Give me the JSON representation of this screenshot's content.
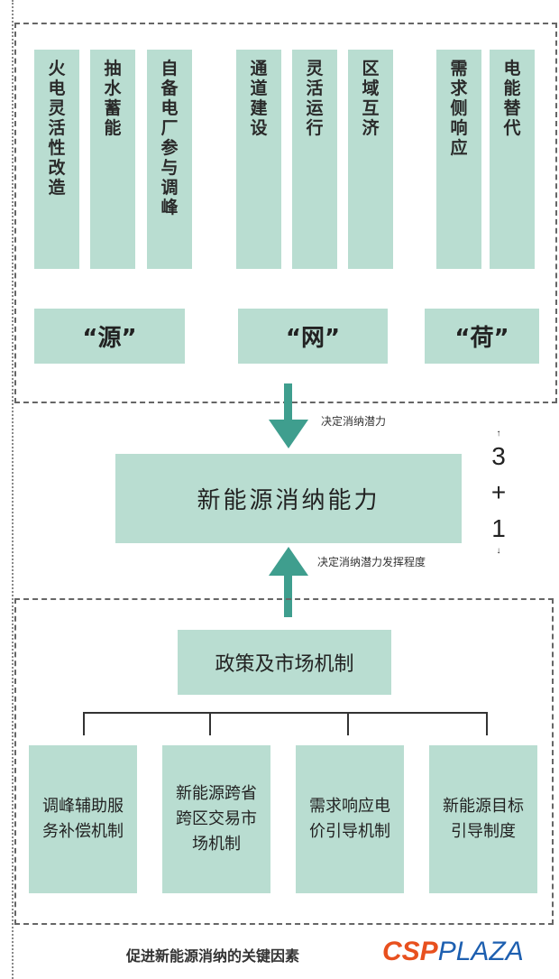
{
  "source_group": {
    "columns": [
      "火电灵活性改造",
      "抽水蓄能",
      "自备电厂参与调峰"
    ],
    "label": "“源”"
  },
  "grid_group": {
    "columns": [
      "通道建设",
      "灵活运行",
      "区域互济"
    ],
    "label": "“网”"
  },
  "load_group": {
    "columns": [
      "需求侧响应",
      "电能替代"
    ],
    "label": "“荷”"
  },
  "top_arrow_note": "决定消纳潜力",
  "center_box": "新能源消纳能力",
  "bottom_arrow_note": "决定消纳潜力发挥程度",
  "formula": {
    "three": "3",
    "plus": "+",
    "one": "1"
  },
  "policy_box": "政策及市场机制",
  "mechanisms": [
    "调峰辅助服务补偿机制",
    "新能源跨省跨区交易市场机制",
    "需求响应电价引导机制",
    "新能源目标引导制度"
  ],
  "caption": "促进新能源消纳的关键因素",
  "logo": {
    "part1": "CSP",
    "part2": "PLAZA",
    "color1": "#e8501e",
    "color2": "#1d5fb0"
  },
  "colors": {
    "box": "#b9ddd1",
    "arrow": "#3f9e8e"
  }
}
